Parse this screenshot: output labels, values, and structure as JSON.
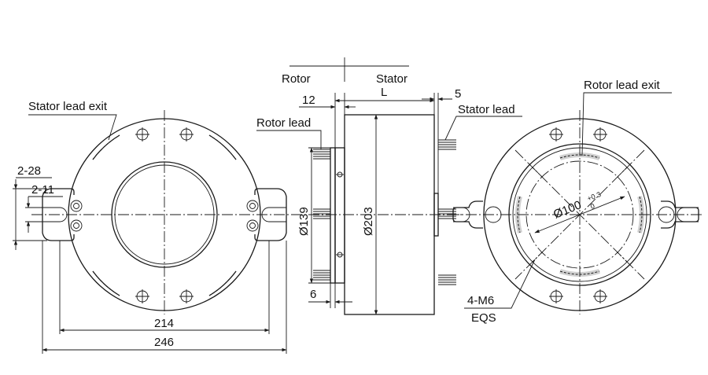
{
  "labels": {
    "rotor": "Rotor",
    "stator": "Stator",
    "stator_lead_exit": "Stator lead exit",
    "rotor_lead_exit": "Rotor lead exit",
    "rotor_lead": "Rotor lead",
    "stator_lead": "Stator lead",
    "mount": "4-M6",
    "mount_eqs": "EQS"
  },
  "dimensions": {
    "d_2_28": "2-28",
    "d_2_11": "2-11",
    "d_214": "214",
    "d_246": "246",
    "d_12": "12",
    "d_L": "L",
    "d_5": "5",
    "d_6": "6",
    "d_139": "Ø139",
    "d_203": "Ø203",
    "d_100": "Ø100",
    "d_100_tol_upper": "+0.3",
    "d_100_tol_lower": "0"
  }
}
